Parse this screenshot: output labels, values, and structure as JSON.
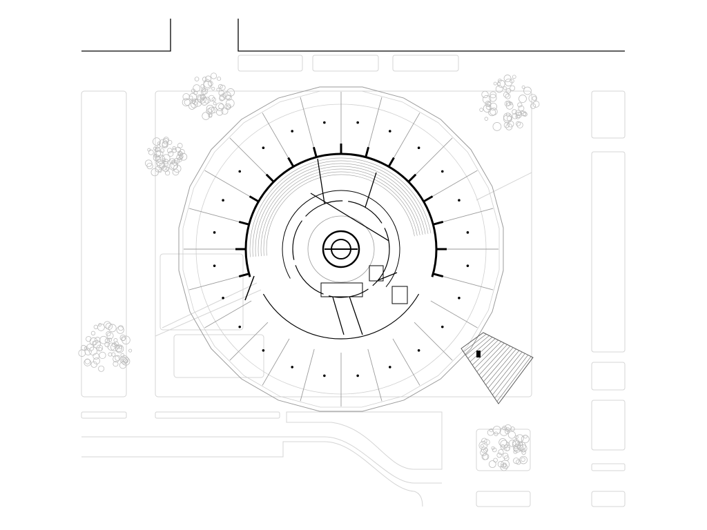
{
  "drawing": {
    "colors": {
      "background": "#ffffff",
      "site_lines": "#d4d4d4",
      "building_lines": "#9a9a9a",
      "walls": "#000000",
      "trees": "#bdbdbd"
    },
    "trees": [
      "tree-top-left",
      "tree-left",
      "tree-top-right",
      "tree-bottom-left",
      "tree-bottom-right"
    ]
  }
}
